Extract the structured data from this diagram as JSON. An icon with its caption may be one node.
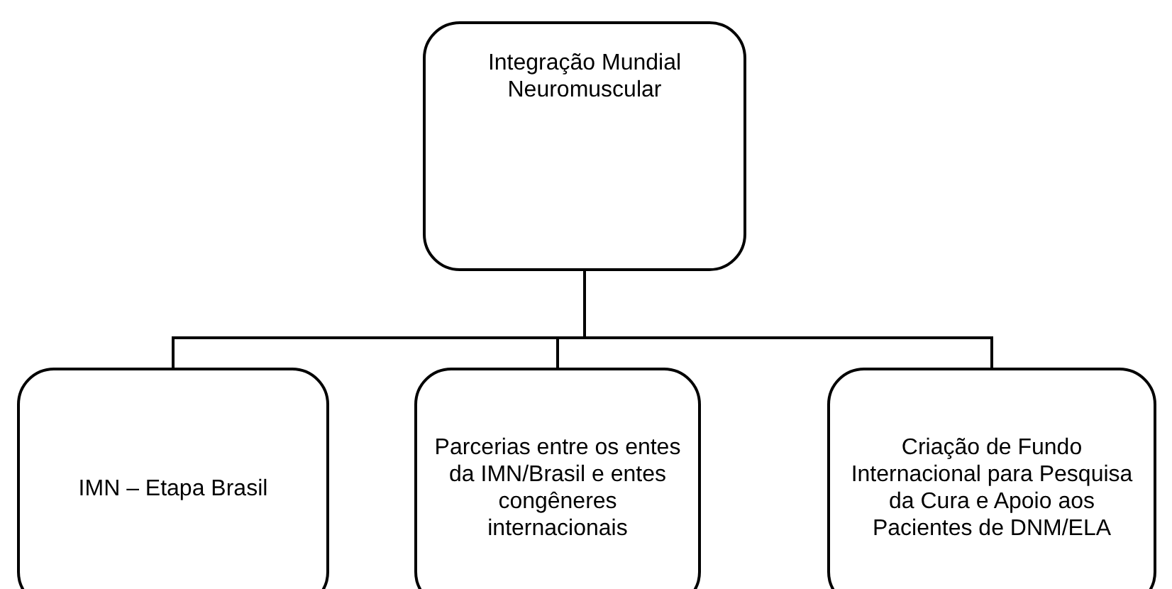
{
  "diagram": {
    "nodes": [
      {
        "text": [
          "Integração Mundial Neuromuscular"
        ]
      },
      {
        "text": [
          "IMN – Etapa Brasil"
        ]
      },
      {
        "text": [
          "Parcerias entre os entes da IMN/Brasil e entes congêneres internacionais"
        ]
      },
      {
        "text": [
          "Criação de Fundo Internacional para Pesquisa da Cura e Apoio aos Pacientes de DNM/ELA"
        ]
      }
    ],
    "edges": [
      {
        "from": 0,
        "to": 1,
        "arrow": "none"
      },
      {
        "from": 0,
        "to": 2,
        "arrow": "none"
      },
      {
        "from": 0,
        "to": 3,
        "arrow": "none"
      }
    ]
  }
}
